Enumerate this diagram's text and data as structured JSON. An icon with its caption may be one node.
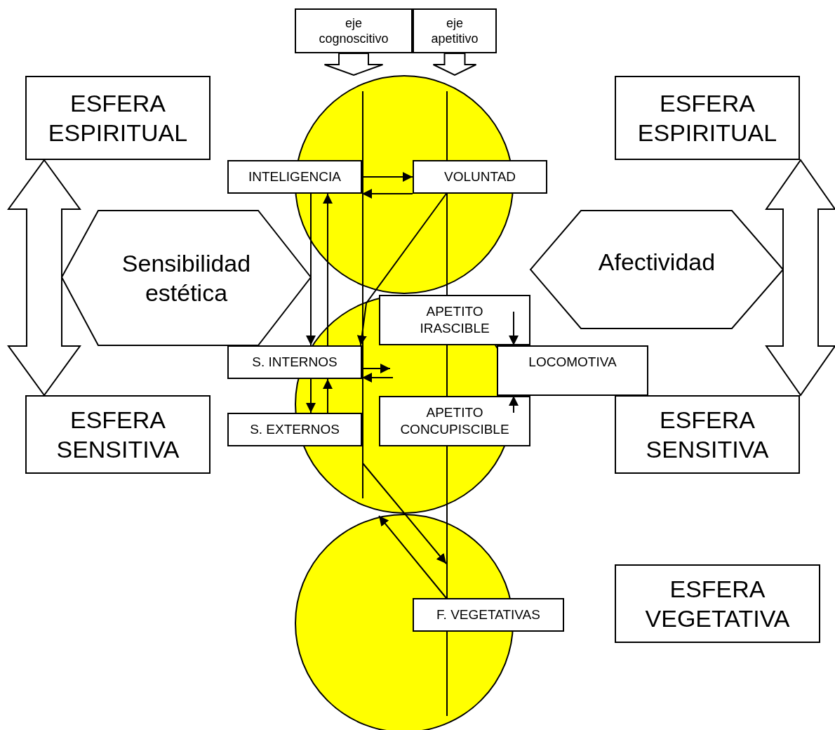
{
  "diagram": {
    "nodes": [
      {
        "text": [
          "eje cognoscitivo"
        ]
      },
      {
        "text": [
          "eje apetitivo"
        ]
      },
      {
        "text": [
          "ESFERA ESPIRITUAL"
        ]
      },
      {
        "text": [
          "ESFERA ESPIRITUAL"
        ]
      },
      {
        "text": [
          "INTELIGENCIA"
        ]
      },
      {
        "text": [
          "VOLUNTAD"
        ]
      },
      {
        "text": [
          "Sensibilidad estética"
        ]
      },
      {
        "text": [
          "Afectividad"
        ]
      },
      {
        "text": [
          "APETITO IRASCIBLE"
        ]
      },
      {
        "text": [
          "S. INTERNOS"
        ]
      },
      {
        "text": [
          "LOCOMOTIVA"
        ]
      },
      {
        "text": [
          "ESFERA SENSITIVA"
        ]
      },
      {
        "text": [
          "ESFERA SENSITIVA"
        ]
      },
      {
        "text": [
          "S. EXTERNOS"
        ]
      },
      {
        "text": [
          "APETITO CONCUPISCIBLE"
        ]
      },
      {
        "text": [
          "ESFERA VEGETATIVA"
        ]
      },
      {
        "text": [
          "F. VEGETATIVAS"
        ]
      }
    ],
    "edges": [
      {
        "from": 0,
        "to": null,
        "arrow": "to"
      },
      {
        "from": 1,
        "to": null,
        "arrow": "to"
      },
      {
        "from": 2,
        "to": 11,
        "arrow": "both"
      },
      {
        "from": 3,
        "to": 12,
        "arrow": "both"
      },
      {
        "from": 4,
        "to": 5,
        "arrow": "to"
      },
      {
        "from": 5,
        "to": 4,
        "arrow": "to"
      },
      {
        "from": 4,
        "to": 9,
        "arrow": "to"
      },
      {
        "from": 9,
        "to": 4,
        "arrow": "to"
      },
      {
        "from": 5,
        "to": 9,
        "arrow": "to"
      },
      {
        "from": 9,
        "to": null,
        "arrow": "to"
      },
      {
        "from": null,
        "to": 9,
        "arrow": "to"
      },
      {
        "from": 9,
        "to": 13,
        "arrow": "to"
      },
      {
        "from": 13,
        "to": 9,
        "arrow": "to"
      },
      {
        "from": 8,
        "to": 10,
        "arrow": "to"
      },
      {
        "from": 14,
        "to": 10,
        "arrow": "to"
      },
      {
        "from": 16,
        "to": null,
        "arrow": "to"
      }
    ]
  }
}
